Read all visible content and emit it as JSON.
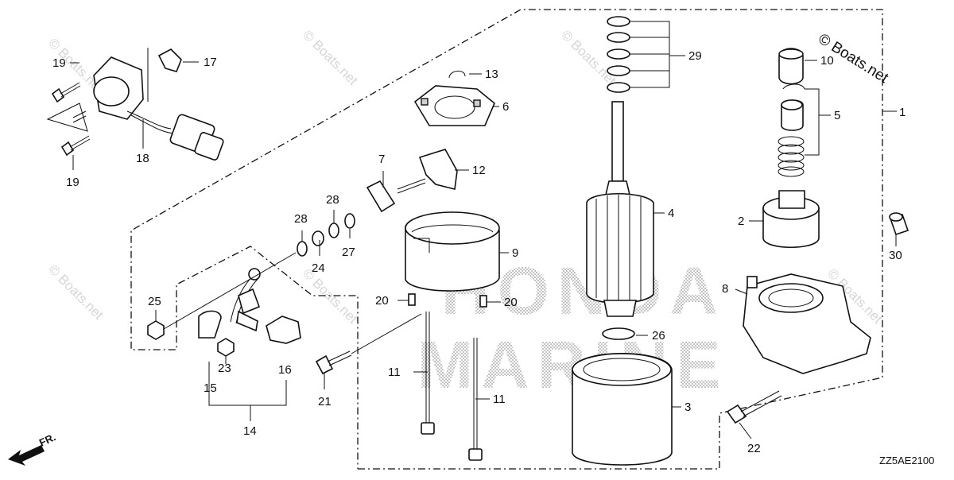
{
  "diagram": {
    "code": "ZZ5AE2100",
    "front_label": "FR.",
    "brand_watermark": {
      "line1": "HONDA",
      "line2": "MARINE"
    },
    "copyright_watermark": "© Boats.net",
    "copyright_corner": "© Boats.net",
    "callouts": {
      "c1": "1",
      "c2": "2",
      "c3": "3",
      "c4": "4",
      "c5": "5",
      "c6": "6",
      "c7": "7",
      "c8": "8",
      "c9": "9",
      "c10": "10",
      "c11a": "11",
      "c11b": "11",
      "c12": "12",
      "c13": "13",
      "c14": "14",
      "c15": "15",
      "c16": "16",
      "c17": "17",
      "c18": "18",
      "c19a": "19",
      "c19b": "19",
      "c20a": "20",
      "c20b": "20",
      "c21": "21",
      "c22": "22",
      "c23": "23",
      "c24": "24",
      "c25": "25",
      "c26": "26",
      "c27": "27",
      "c28a": "28",
      "c28b": "28",
      "c29": "29",
      "c30": "30"
    },
    "colors": {
      "line": "#111111",
      "watermark": "#d6d6d6",
      "shade": "#cfcfcf"
    }
  }
}
